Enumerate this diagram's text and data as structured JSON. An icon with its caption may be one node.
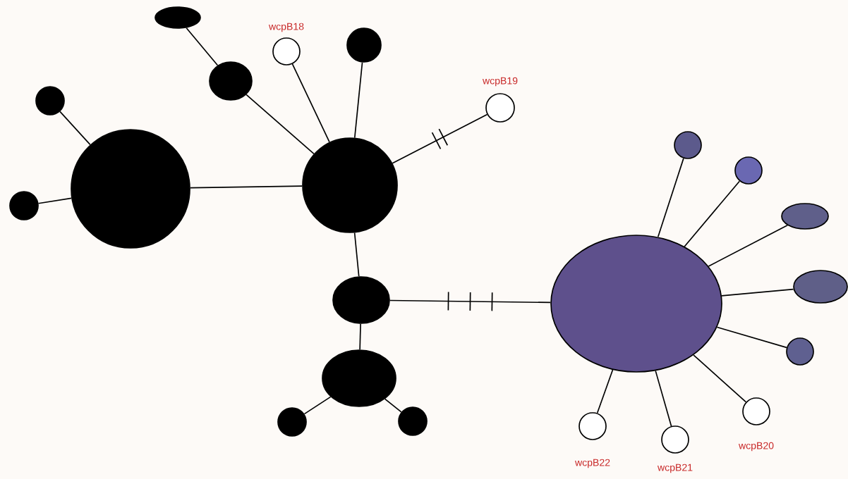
{
  "diagram": {
    "nodes": [
      {
        "text": [],
        "shape": "ellipse"
      },
      {
        "text": [
          "wcpB18"
        ]
      },
      {
        "text": [],
        "shape": "circle"
      },
      {
        "text": [],
        "shape": "circle"
      },
      {
        "text": [],
        "shape": "ellipse"
      },
      {
        "text": [
          "wcpB19"
        ]
      },
      {
        "text": [],
        "shape": "circle"
      },
      {
        "text": [],
        "shape": "circle"
      },
      {
        "text": [],
        "shape": "circle"
      },
      {
        "text": [],
        "shape": "circle"
      },
      {
        "text": [],
        "shape": "circle"
      },
      {
        "text": [],
        "shape": "ellipse"
      },
      {
        "text": [],
        "shape": "ellipse"
      },
      {
        "text": [],
        "shape": "ellipse"
      },
      {
        "text": [],
        "shape": "ellipse"
      },
      {
        "text": [],
        "shape": "ellipse"
      },
      {
        "text": [],
        "shape": "circle"
      },
      {
        "text": [
          "wcpB20"
        ]
      },
      {
        "text": [
          "wcpB22"
        ]
      },
      {
        "text": [],
        "shape": "circle"
      },
      {
        "text": [],
        "shape": "circle"
      },
      {
        "text": [
          "wcpB21"
        ]
      }
    ],
    "edges": [
      {
        "from": 0,
        "to": 4,
        "arrow": "none"
      },
      {
        "from": 4,
        "to": 7,
        "arrow": "none"
      },
      {
        "from": 1,
        "to": 7,
        "arrow": "none"
      },
      {
        "from": 2,
        "to": 7,
        "arrow": "none"
      },
      {
        "from": 7,
        "to": 5,
        "arrow": "none"
      },
      {
        "from": 3,
        "to": 6,
        "arrow": "none"
      },
      {
        "from": 8,
        "to": 6,
        "arrow": "none"
      },
      {
        "from": 6,
        "to": 7,
        "arrow": "none"
      },
      {
        "from": 7,
        "to": 14,
        "arrow": "none"
      },
      {
        "from": 14,
        "to": 12,
        "arrow": "none"
      },
      {
        "from": 14,
        "to": 15,
        "arrow": "none"
      },
      {
        "from": 15,
        "to": 19,
        "arrow": "none"
      },
      {
        "from": 15,
        "to": 20,
        "arrow": "none"
      },
      {
        "from": 12,
        "to": 9,
        "arrow": "none"
      },
      {
        "from": 12,
        "to": 10,
        "arrow": "none"
      },
      {
        "from": 12,
        "to": 11,
        "arrow": "none"
      },
      {
        "from": 12,
        "to": 13,
        "arrow": "none"
      },
      {
        "from": 12,
        "to": 16,
        "arrow": "none"
      },
      {
        "from": 12,
        "to": 17,
        "arrow": "none"
      },
      {
        "from": 12,
        "to": 21,
        "arrow": "none"
      },
      {
        "from": 12,
        "to": 18,
        "arrow": "none"
      }
    ]
  }
}
